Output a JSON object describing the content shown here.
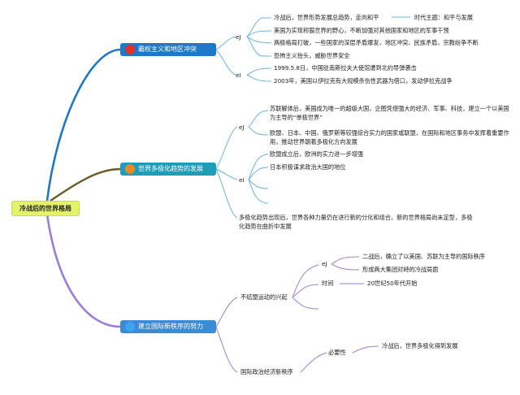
{
  "root": {
    "label": "冷战后的世界格局"
  },
  "branches": [
    {
      "label": "霸权主义和地区冲突",
      "icon": "red-circle-icon",
      "color": "#1e78c8",
      "groups": [
        {
          "marker": "eJ",
          "items": [
            "冷战后，世界形势发展总趋势，走向和平",
            "美国为实现称霸世界的野心，不断加强对其他国家和地区的军事干预",
            "两极格局打破，一些国家的深层矛盾爆发，地区冲突、民族矛盾，宗教纷争不断",
            "恐怖主义抬头，威胁世界安全"
          ],
          "side_note": "时代主题：和平与发展"
        },
        {
          "marker": "eI",
          "items": [
            "1999.5.8日，中国驻南斯拉夫大使馆遭到北约导弹袭击",
            "2003年，美国以伊拉克有大规模杀伤性武器为借口，发动伊拉克战争"
          ]
        }
      ]
    },
    {
      "label": "世界多极化趋势的发展",
      "icon": "orange-circle-icon",
      "color": "#1d9db8",
      "groups": [
        {
          "marker": "eJ",
          "items": [
            "苏联解体后，美国成为唯一的超级大国，企图凭借强大的经济、军事、科技，建立一个以美国为主导的“单极世界”",
            "欧盟、日本、中国、俄罗斯等较强综合实力的国家或联盟，在国际和地区事务中发挥着重要作用，推动世界朝着多极化方向发展"
          ]
        },
        {
          "marker": "eI",
          "items": [
            "欧盟成立后，欧洲的实力进一步增强",
            "日本积极谋求政治大国的地位",
            "",
            ""
          ]
        }
      ],
      "summary": "多极化趋势出现后，世界各种力量仍在进行新的分化和组合，新的世界格局尚未定型，多极化趋势在曲折中发展"
    },
    {
      "label": "建立国际新秩序的努力",
      "icon": "blue-circle-icon",
      "color": "#3a8ad6",
      "topics": [
        {
          "label": "不结盟运动的兴起",
          "children": [
            {
              "marker": "eJ",
              "items": [
                "二战后，确立了以美国、苏联为主导的国际秩序",
                "形成两大集团对峙的冷战局面"
              ]
            },
            {
              "marker": "时间",
              "items": [
                "20世纪50年代开始"
              ]
            },
            {
              "marker": "",
              "items": []
            }
          ]
        },
        {
          "label": "国际政治经济新秩序",
          "children": [
            {
              "marker": "必要性",
              "items": [
                "冷战后，世界多极化得到发展"
              ]
            }
          ]
        }
      ]
    }
  ]
}
